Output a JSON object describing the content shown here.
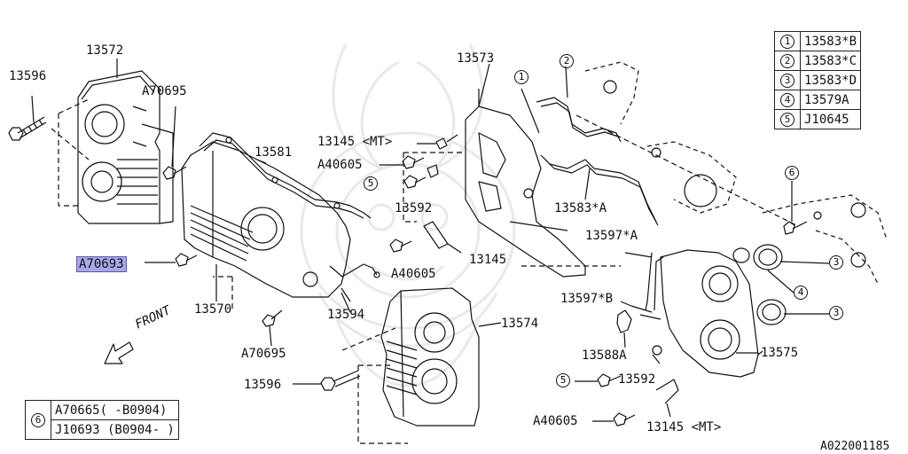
{
  "labels": {
    "p13572": "13572",
    "p13596_top": "13596",
    "a70695_top": "A70695",
    "p13581": "13581",
    "a70693": "A70693",
    "p13570": "13570",
    "a70695_mid": "A70695",
    "p13596_bot": "13596",
    "p13594": "13594",
    "a40605_mid": "A40605",
    "p13574": "13574",
    "p13573": "13573",
    "p13145_mt_top": "13145 <MT>",
    "a40605_top": "A40605",
    "p13592_mid": "13592",
    "p13145_mid": "13145",
    "p13583a": "13583*A",
    "p13597a": "13597*A",
    "p13597b": "13597*B",
    "p13588a": "13588A",
    "p13592_bot": "13592",
    "a40605_bot": "A40605",
    "p13145_mt_bot": "13145 <MT>",
    "p13575": "13575",
    "front": "FRONT",
    "doc_no": "A022001185"
  },
  "callouts": {
    "c1": "1",
    "c2": "2",
    "c3a": "3",
    "c3b": "3",
    "c4": "4",
    "c5a": "5",
    "c5b": "5",
    "c6": "6"
  },
  "legend_top": [
    {
      "key": "1",
      "value": "13583*B"
    },
    {
      "key": "2",
      "value": "13583*C"
    },
    {
      "key": "3",
      "value": "13583*D"
    },
    {
      "key": "4",
      "value": "13579A"
    },
    {
      "key": "5",
      "value": "J10645"
    }
  ],
  "legend_bottom": {
    "key": "6",
    "rows": [
      "A70665( -B0904)",
      "J10693 (B0904- )"
    ]
  },
  "colors": {
    "line": "#111111",
    "highlight": "#a8a8e8",
    "watermark": "#b0b0b0"
  }
}
